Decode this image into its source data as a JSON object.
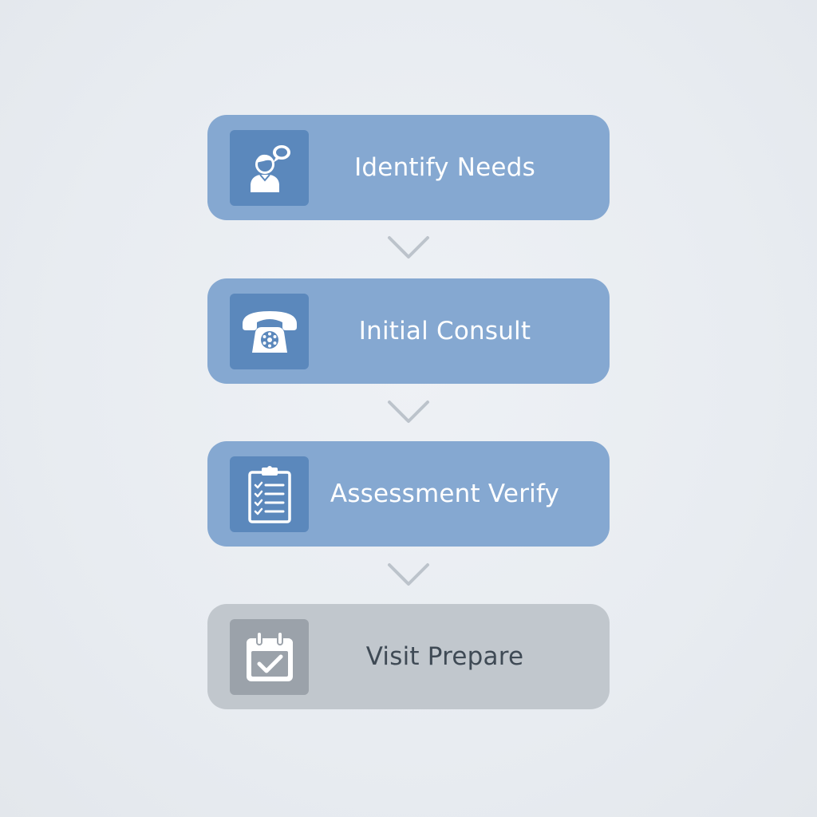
{
  "steps": [
    {
      "label": "Identify Needs",
      "icon": "person-speech-bubble-icon",
      "state": "active"
    },
    {
      "label": "Initial Consult",
      "icon": "telephone-icon",
      "state": "active"
    },
    {
      "label": "Assessment Verify",
      "icon": "clipboard-checklist-icon",
      "state": "active"
    },
    {
      "label": "Visit Prepare",
      "icon": "calendar-check-icon",
      "state": "inactive"
    }
  ],
  "colors": {
    "background": "#e8ecf1",
    "active_box": "#85a8d1",
    "active_icon_bg": "#5b88bc",
    "inactive_box": "#c1c7cd",
    "inactive_icon_bg": "#9ba2aa",
    "arrow": "#bcc3cb"
  }
}
